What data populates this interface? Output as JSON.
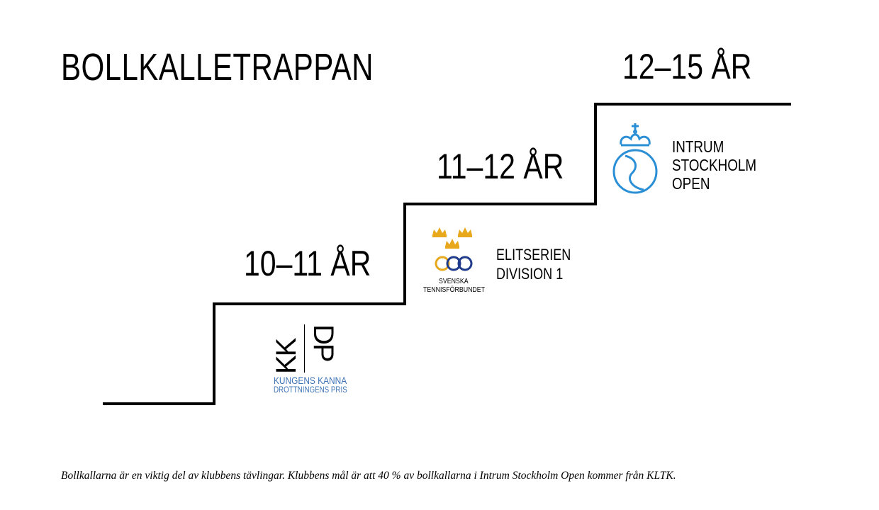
{
  "title": "BOLLKALLETRAPPAN",
  "steps": [
    {
      "age": "10–11 ÅR"
    },
    {
      "age": "11–12 ÅR"
    },
    {
      "age": "12–15 ÅR"
    }
  ],
  "logos": {
    "kkdp": {
      "letters_left": "KK",
      "letters_right": "DP",
      "line1": "KUNGENS KANNA",
      "line2": "DROTTNINGENS PRIS",
      "color": "#3d73b4"
    },
    "stf": {
      "line1": "SVENSKA",
      "line2": "TENNISFÖRBUNDET",
      "label_line1": "ELITSERIEN",
      "label_line2": "DIVISION 1",
      "crown_color": "#e8a81c",
      "ring_color": "#1e3a8a"
    },
    "intrum": {
      "line1": "INTRUM",
      "line2": "STOCKHOLM",
      "line3": "OPEN",
      "icon_color": "#2b8fd6"
    }
  },
  "footer": "Bollkallarna är en viktig del av klubbens tävlingar. Klubbens mål är att 40 % av bollkallarna i Intrum Stockholm Open kommer från KLTK."
}
